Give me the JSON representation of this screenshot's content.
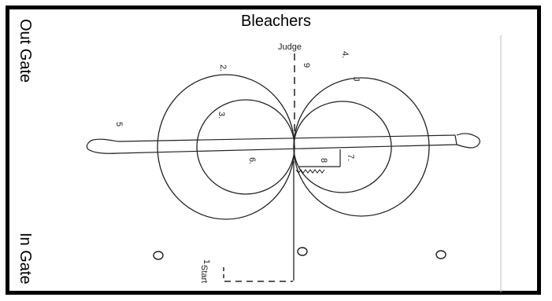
{
  "labels": {
    "bleachers": "Bleachers",
    "out_gate": "Out Gate",
    "in_gate": "In Gate",
    "judge": "Judge",
    "start": "Start"
  },
  "markers": {
    "m1": "1.",
    "m2": "2.",
    "m3": "3.",
    "m4": "4.",
    "m5": "5",
    "m6": "6.",
    "m7": "7.",
    "m8": "8",
    "m9": "9",
    "hand": "J"
  }
}
